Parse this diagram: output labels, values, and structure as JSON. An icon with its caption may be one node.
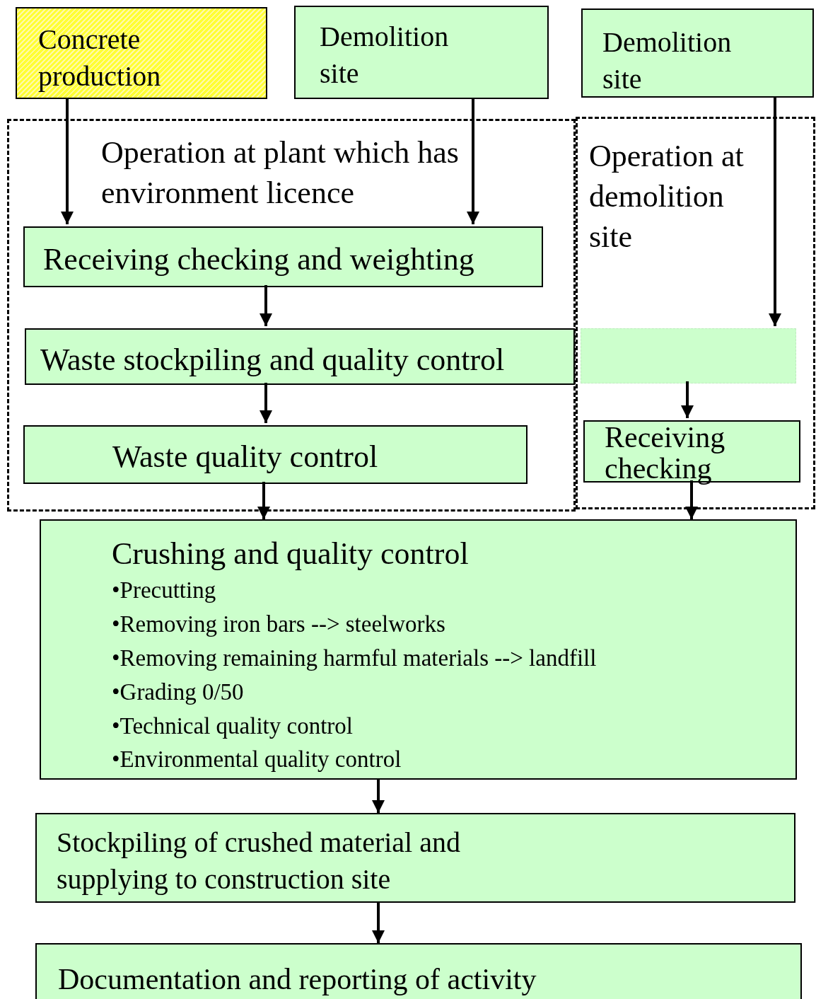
{
  "diagram": {
    "nodes": [
      {
        "text": [
          "Concrete production"
        ]
      },
      {
        "text": [
          "Demolition site"
        ]
      },
      {
        "text": [
          "Demolition site"
        ]
      },
      {
        "text": [
          "Operation at plant which has environment licence"
        ]
      },
      {
        "text": [
          "Receiving checking and weighting"
        ],
        "in": 3
      },
      {
        "text": [
          "Waste stockpiling and quality control"
        ],
        "in": 3
      },
      {
        "text": [
          "Waste quality control"
        ],
        "in": 3
      },
      {
        "text": [
          "Operation at demolition site"
        ]
      },
      {
        "text": [],
        "shape": "box",
        "in": 7
      },
      {
        "text": [
          "Receiving checking"
        ],
        "in": 7
      },
      {
        "text": [
          "Crushing and quality control",
          "•Precutting",
          "•Removing iron bars --> steelworks",
          "•Removing remaining harmful materials --> landfill",
          "•Grading 0/50",
          "•Technical quality control",
          "•Environmental quality control"
        ]
      },
      {
        "text": [
          "Stockpiling of crushed material and supplying to construction site"
        ]
      },
      {
        "text": [
          "Documentation and reporting of activity"
        ]
      }
    ],
    "edges": [
      {
        "from": 0,
        "to": 4,
        "arrow": "to"
      },
      {
        "from": 1,
        "to": 4,
        "arrow": "to"
      },
      {
        "from": 2,
        "to": 8,
        "arrow": "to"
      },
      {
        "from": 4,
        "to": 5,
        "arrow": "to"
      },
      {
        "from": 5,
        "to": 6,
        "arrow": "to"
      },
      {
        "from": 8,
        "to": 9,
        "arrow": "to"
      },
      {
        "from": 6,
        "to": 10,
        "arrow": "to"
      },
      {
        "from": 9,
        "to": 10,
        "arrow": "to"
      },
      {
        "from": 10,
        "to": 11,
        "arrow": "to"
      },
      {
        "from": 11,
        "to": 12,
        "arrow": "to"
      }
    ]
  }
}
